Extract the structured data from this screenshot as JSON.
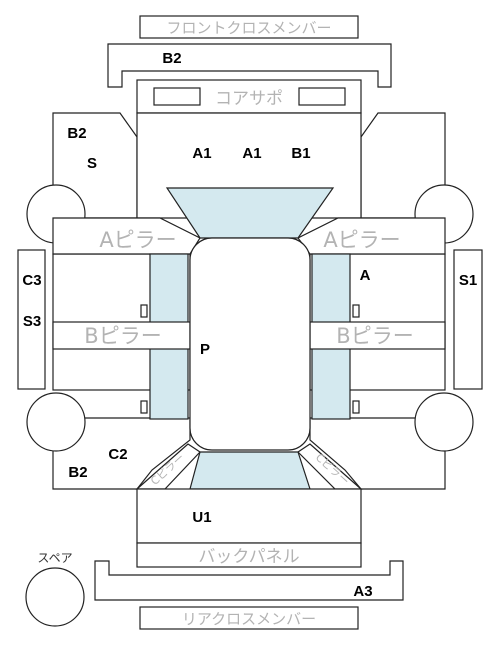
{
  "colors": {
    "glass": "#d4e9ef",
    "outline": "#222222",
    "grey_text": "#b3b3b3",
    "grade_text": "#000000"
  },
  "labels": {
    "front_cross_member": "フロントクロスメンバー",
    "core_support": "コアサポ",
    "a_pillar": "Aピラー",
    "b_pillar": "Bピラー",
    "back_panel": "バックパネル",
    "rear_cross_member": "リアクロスメンバー",
    "spare": "スペア",
    "c_pillar": "Cピラー"
  },
  "grades": {
    "front_member": "B2",
    "fender_left_1": "B2",
    "fender_left_2": "S",
    "hood_1": "A1",
    "hood_2": "A1",
    "hood_3": "B1",
    "left_panel_1": "C3",
    "left_panel_2": "S3",
    "right_panel": "S1",
    "right_door": "A",
    "roof": "P",
    "rear_left_1": "C2",
    "rear_left_2": "B2",
    "trunk": "U1",
    "rear_member": "A3"
  }
}
